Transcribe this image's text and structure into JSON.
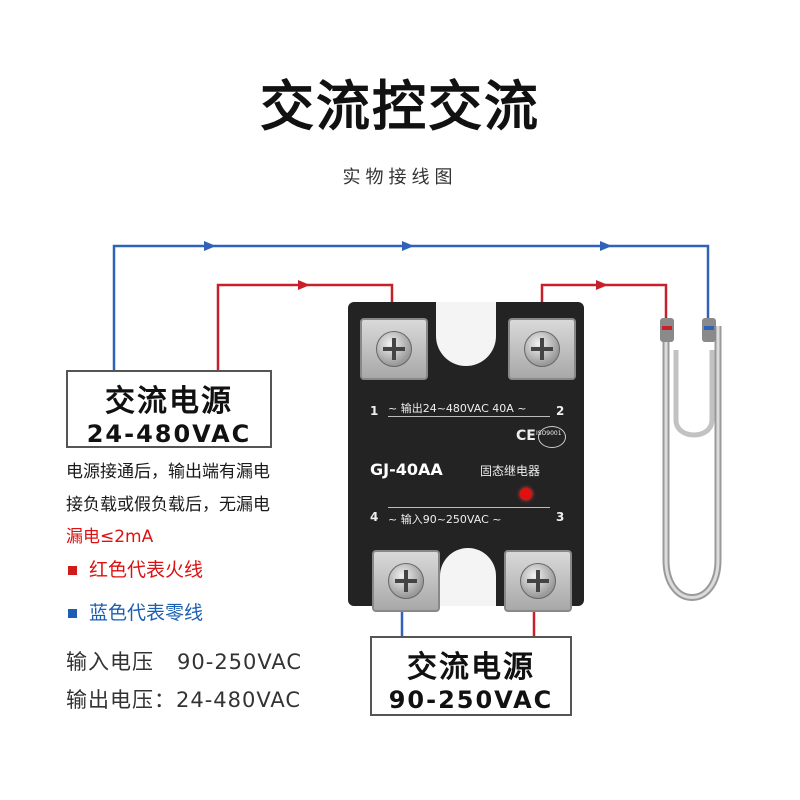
{
  "title": "交流控交流",
  "subtitle": "实物接线图",
  "left_power": {
    "name": "交流电源",
    "voltage": "24-480VAC"
  },
  "bottom_power": {
    "name": "交流电源",
    "voltage": "90-250VAC"
  },
  "notes": {
    "line1": "电源接通后，输出端有漏电",
    "line2": "接负载或假负载后，无漏电",
    "line3": "漏电≤2mA"
  },
  "legend": {
    "red": {
      "label": "红色代表火线",
      "color": "#d11a1a"
    },
    "blue": {
      "label": "蓝色代表零线",
      "color": "#1a5fb4"
    }
  },
  "specs": {
    "input": "输入电压   90-250VAC",
    "output": "输出电压：24-480VAC"
  },
  "relay": {
    "output_text": "~ 输出24~480VAC  40A ~",
    "model": "GJ-40AA",
    "type": "固态继电器",
    "input_text": "~    输入90~250VAC    ~",
    "ce": "CE",
    "cert": "ISO9001",
    "pins": {
      "p1": "1",
      "p2": "2",
      "p3": "3",
      "p4": "4"
    }
  },
  "colors": {
    "red_wire": "#c8202a",
    "blue_wire": "#2f62b8"
  }
}
